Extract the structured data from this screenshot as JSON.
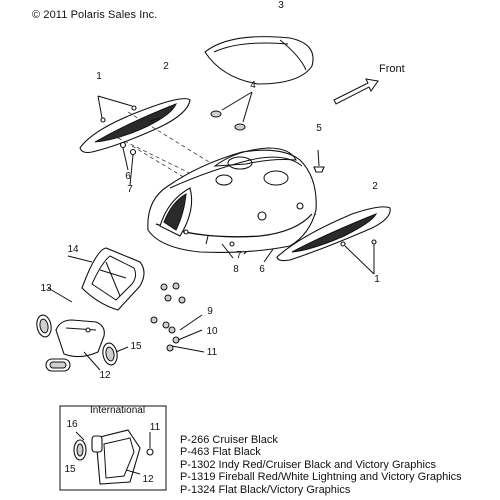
{
  "copyright": "© 2011 Polaris Sales Inc.",
  "direction_label": "Front",
  "inset_title": "International",
  "callouts": {
    "c1a": "1",
    "c1b": "1",
    "c2a": "2",
    "c2b": "2",
    "c3": "3",
    "c4": "4",
    "c5": "5",
    "c6a": "6",
    "c6b": "6",
    "c7a": "7",
    "c7b": "7",
    "c8": "8",
    "c9": "9",
    "c10": "10",
    "c11a": "11",
    "c11b": "11",
    "c12a": "12",
    "c12b": "12",
    "c13": "13",
    "c14": "14",
    "c15a": "15",
    "c15b": "15",
    "c16": "16"
  },
  "legend": [
    "P-266  Cruiser Black",
    "P-463  Flat Black",
    "P-1302 Indy Red/Cruiser Black and Victory Graphics",
    "P-1319 Fireball Red/White Lightning and Victory Graphics",
    "P-1324 Flat Black/Victory Graphics"
  ]
}
